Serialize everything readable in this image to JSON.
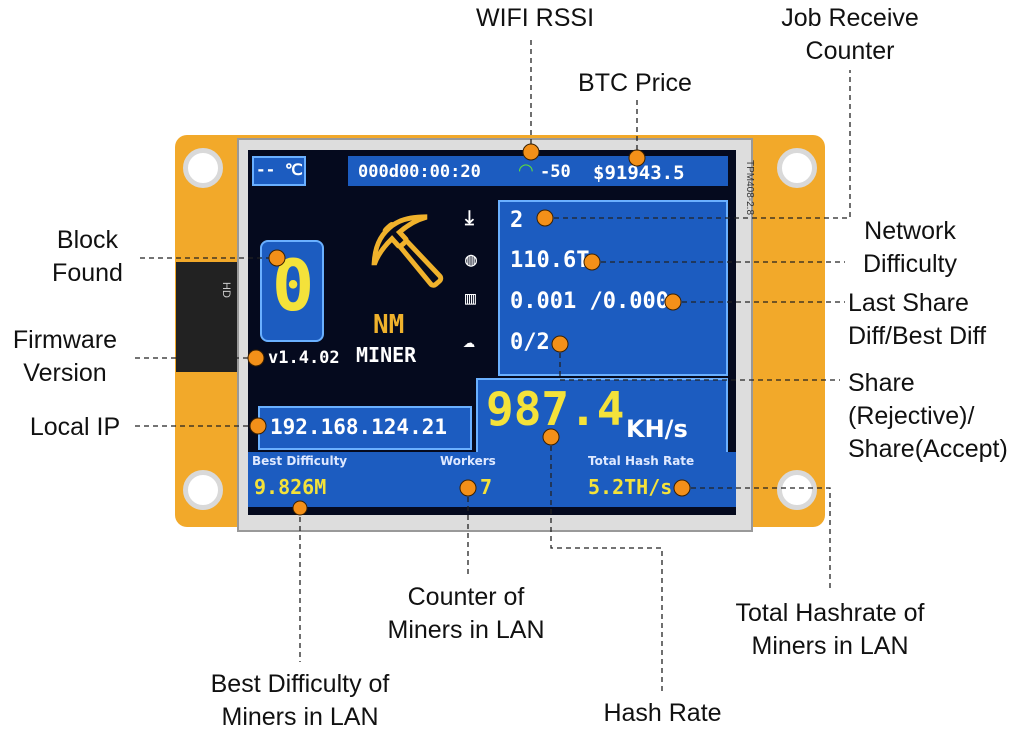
{
  "labels": {
    "wifi_rssi": "WIFI RSSI",
    "job_receive_1": "Job Receive",
    "job_receive_2": "Counter",
    "btc_price": "BTC Price",
    "block_found_1": "Block",
    "block_found_2": "Found",
    "network_diff_1": "Network",
    "network_diff_2": "Difficulty",
    "last_share_1": "Last Share",
    "last_share_2": "Diff/Best Diff",
    "firmware_1": "Firmware",
    "firmware_2": "Version",
    "share_1": "Share",
    "share_2": "(Rejective)/",
    "share_3": "Share(Accept)",
    "local_ip": "Local IP",
    "counter_1": "Counter of",
    "counter_2": "Miners in LAN",
    "total_hashrate_1": "Total Hashrate of",
    "total_hashrate_2": "Miners in LAN",
    "best_diff_1": "Best Difficulty of",
    "best_diff_2": "Miners in LAN",
    "hash_rate": "Hash Rate"
  },
  "screen": {
    "temperature": "-- ℃",
    "uptime": "000d00:00:20",
    "rssi": "-50",
    "btc_price": "$91943.5",
    "jobs": "2",
    "network_difficulty": "110.6T",
    "share_diff": "0.001 /0.000",
    "shares": "0/2",
    "block_found": "0",
    "firmware": "v1.4.02",
    "logo_top": "NM",
    "logo_bottom": "MINER",
    "local_ip": "192.168.124.21",
    "hashrate": "987.4",
    "hashrate_unit": "KH/s",
    "best_difficulty_label": "Best Difficulty",
    "best_difficulty": "9.826M",
    "workers_label": "Workers",
    "workers": "7",
    "total_hash_label": "Total Hash Rate",
    "total_hash": "5.2TH/s"
  },
  "board": {
    "model": "TPM408-2.8",
    "hd": "HD"
  },
  "colors": {
    "dot": "#f39019",
    "board": "#f2a92a",
    "panel": "#1c5cc0",
    "digits": "#f4e23a"
  }
}
